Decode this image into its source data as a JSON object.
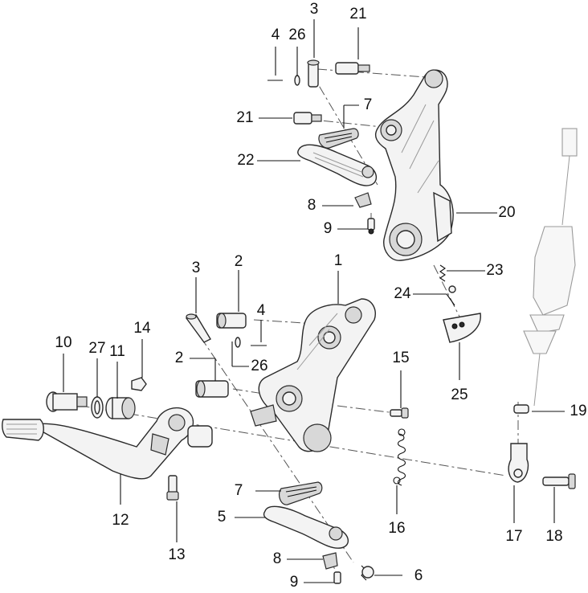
{
  "callouts": [
    {
      "id": "c-1",
      "text": "1"
    },
    {
      "id": "c-2a",
      "text": "2"
    },
    {
      "id": "c-2b",
      "text": "2"
    },
    {
      "id": "c-3a",
      "text": "3"
    },
    {
      "id": "c-3b",
      "text": "3"
    },
    {
      "id": "c-4a",
      "text": "4"
    },
    {
      "id": "c-4b",
      "text": "4"
    },
    {
      "id": "c-5",
      "text": "5"
    },
    {
      "id": "c-6",
      "text": "6"
    },
    {
      "id": "c-7a",
      "text": "7"
    },
    {
      "id": "c-7b",
      "text": "7"
    },
    {
      "id": "c-8a",
      "text": "8"
    },
    {
      "id": "c-8b",
      "text": "8"
    },
    {
      "id": "c-9a",
      "text": "9"
    },
    {
      "id": "c-9b",
      "text": "9"
    },
    {
      "id": "c-10",
      "text": "10"
    },
    {
      "id": "c-11",
      "text": "11"
    },
    {
      "id": "c-12",
      "text": "12"
    },
    {
      "id": "c-13",
      "text": "13"
    },
    {
      "id": "c-14",
      "text": "14"
    },
    {
      "id": "c-15",
      "text": "15"
    },
    {
      "id": "c-16",
      "text": "16"
    },
    {
      "id": "c-17",
      "text": "17"
    },
    {
      "id": "c-18",
      "text": "18"
    },
    {
      "id": "c-19",
      "text": "19"
    },
    {
      "id": "c-20",
      "text": "20"
    },
    {
      "id": "c-21a",
      "text": "21"
    },
    {
      "id": "c-21b",
      "text": "21"
    },
    {
      "id": "c-22",
      "text": "22"
    },
    {
      "id": "c-23",
      "text": "23"
    },
    {
      "id": "c-24",
      "text": "24"
    },
    {
      "id": "c-25",
      "text": "25"
    },
    {
      "id": "c-26a",
      "text": "26"
    },
    {
      "id": "c-26b",
      "text": "26"
    },
    {
      "id": "c-27",
      "text": "27"
    }
  ]
}
